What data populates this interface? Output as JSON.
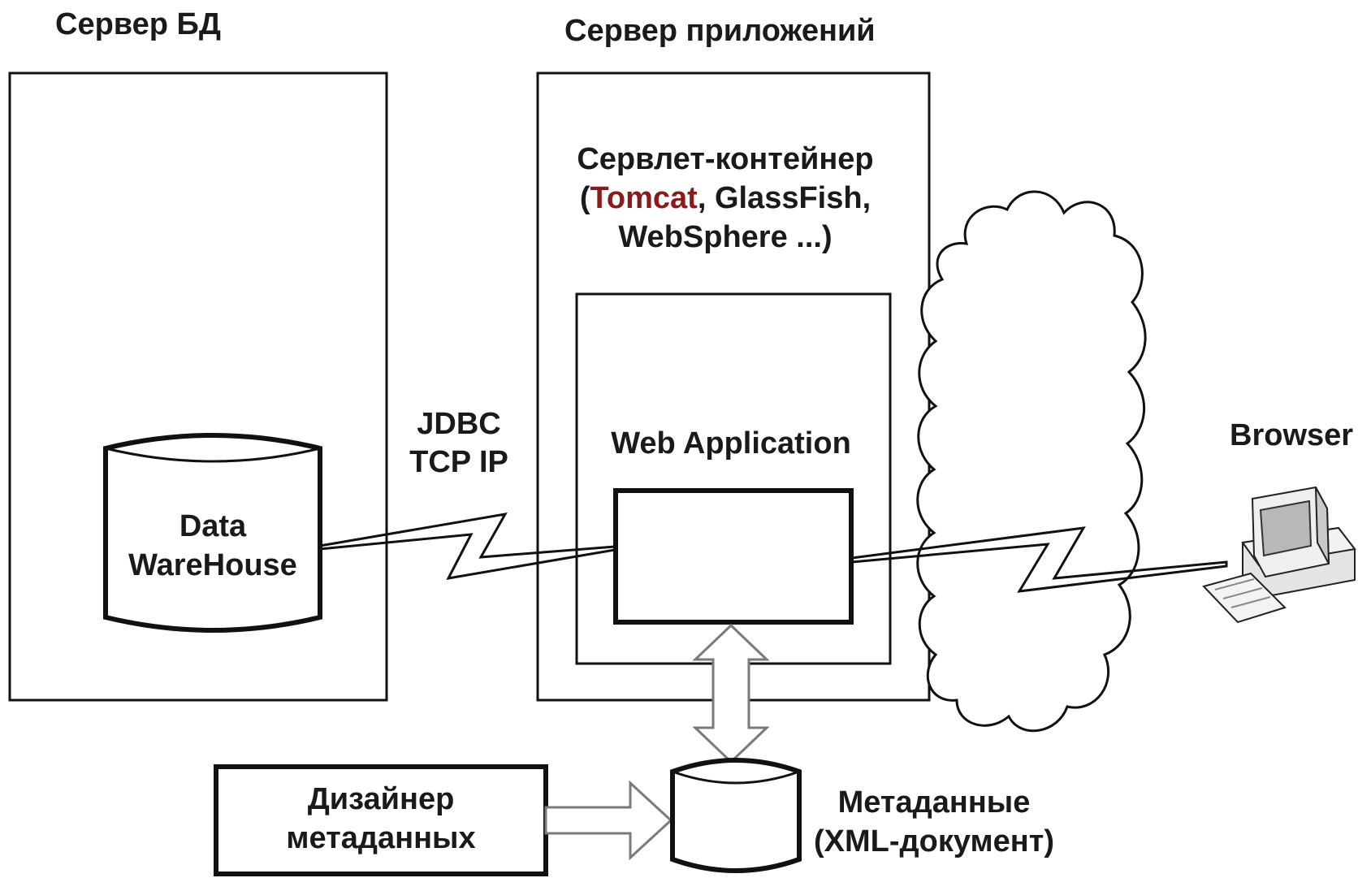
{
  "zones": {
    "db_server": "Сервер БД",
    "app_server": "Сервер приложений"
  },
  "servlet_container": {
    "line1": "Сервлет-контейнер",
    "open_paren": "(",
    "tomcat": "Tomcat",
    "rest_line2": ", GlassFish,",
    "line3": "WebSphere ...)"
  },
  "web_application": "Web Application",
  "connection": {
    "line1": "JDBC",
    "line2": "TCP IP"
  },
  "data_warehouse": {
    "line1": "Data",
    "line2": "WareHouse"
  },
  "browser": "Browser",
  "designer": {
    "line1": "Дизайнер",
    "line2": "метаданных"
  },
  "metadata": {
    "line1": "Метаданные",
    "line2": "(XML-документ)"
  },
  "colors": {
    "text": "#1a1a1a",
    "tomcat": "#8b1a1a",
    "stroke": "#111111",
    "arrow_outline": "#7a7a7a",
    "monitor_screen": "#b8b8b8"
  }
}
